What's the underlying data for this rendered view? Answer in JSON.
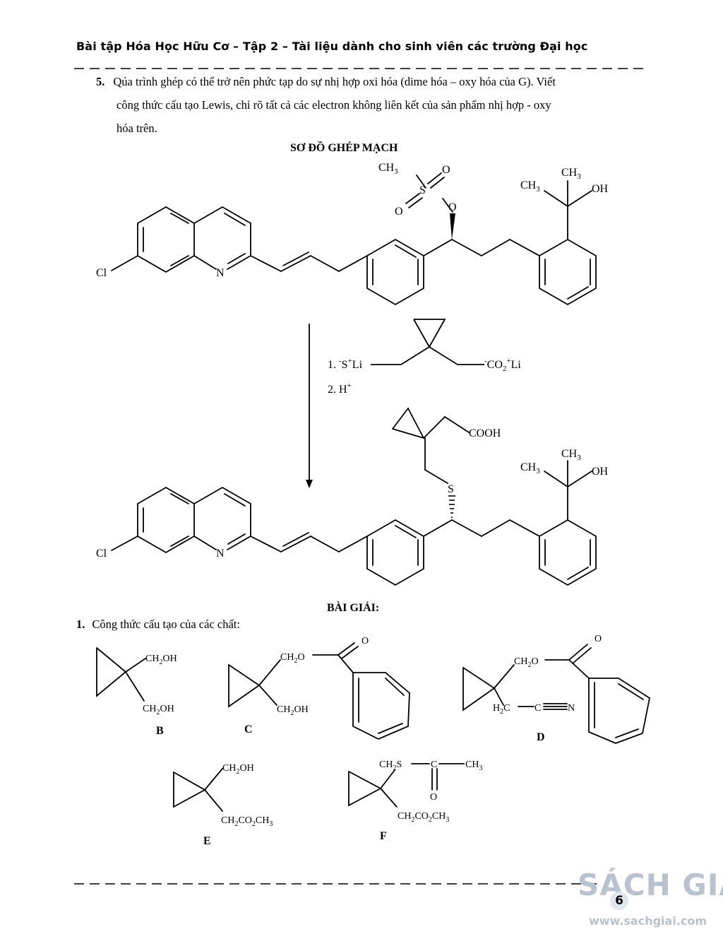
{
  "header": {
    "title": "Bài tập Hóa Học Hữu Cơ – Tập 2 – Tài liệu dành cho sinh viên các trường Đại học"
  },
  "question": {
    "number": "5.",
    "line1": "Qúa trình ghép có thể trở nên phức tạp do sự nhị hợp oxi hóa (dime hóa – oxy hóa của G). Viết",
    "line2": "công thức cấu tạo Lewis, chỉ rõ tất cả các electron không liên kết của sản phẩm nhị hợp - oxy",
    "line3": "hóa trên."
  },
  "scheme": {
    "title": "SƠ ĐỒ GHÉP MẠCH",
    "atoms": {
      "cl": "Cl",
      "n": "N",
      "ch3": "CH",
      "sub3": "3",
      "oh": "OH",
      "o": "O",
      "s": "S",
      "cooh": "COOH"
    },
    "reagent1_prefix": "1. ",
    "reagent1_s": "S",
    "reagent1_li": "Li",
    "reagent1_co2": "CO",
    "reagent1_sub2": "2",
    "reagent2": "2. H",
    "sup_plus": "+",
    "sup_minus": "-"
  },
  "solution": {
    "title": "BÀI GIẢI:",
    "number": "1.",
    "intro": "Công thức cấu tạo của các chất:",
    "fragments": {
      "ch2oh": [
        "CH",
        "2",
        "OH"
      ],
      "ch2o": [
        "CH",
        "2",
        "O"
      ],
      "o": "O",
      "h2c": [
        "H",
        "2",
        "C"
      ],
      "n": "N",
      "ch2co2ch3": [
        "CH",
        "2",
        "CO",
        "2",
        "CH",
        "3"
      ],
      "ch2s": [
        "CH",
        "2",
        "S"
      ],
      "c": "C",
      "ch3": [
        "CH",
        "3"
      ]
    },
    "labels": [
      "B",
      "C",
      "D",
      "E",
      "F"
    ]
  },
  "footer": {
    "page_number": "6",
    "logo": "SÁCH GIẢI",
    "url": "www.sachgiai.com"
  }
}
